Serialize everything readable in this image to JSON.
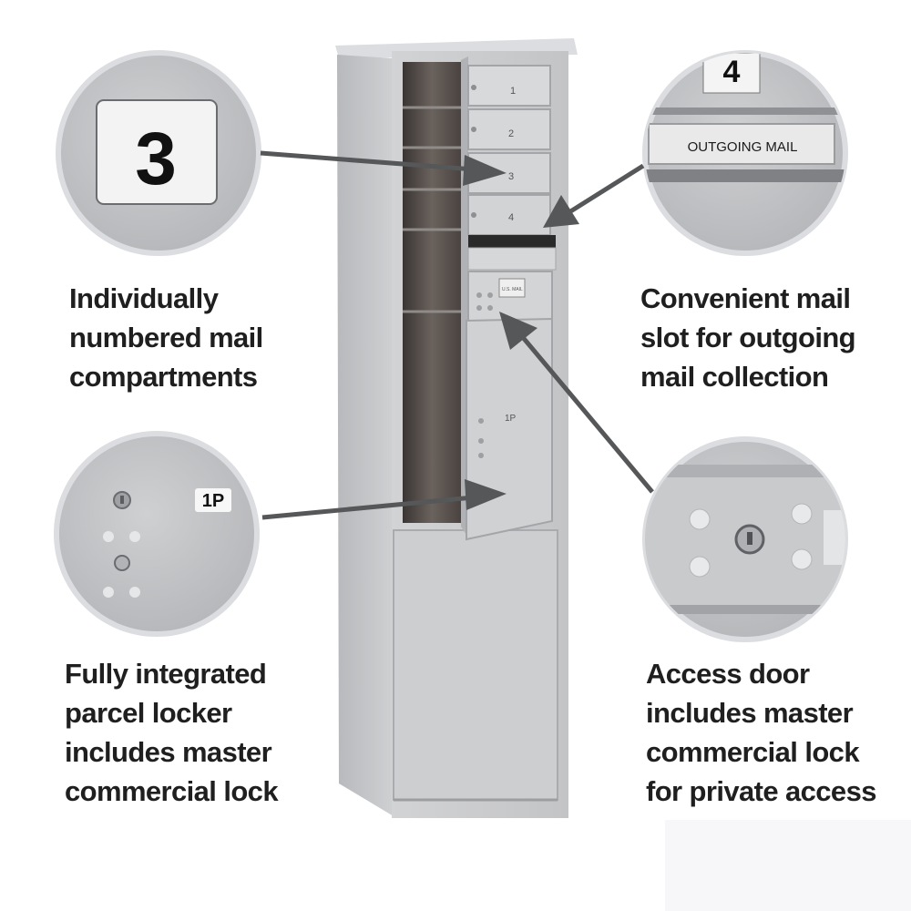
{
  "captions": {
    "numbered_compartments": [
      "Individually",
      "numbered mail",
      "compartments"
    ],
    "mail_slot": [
      "Convenient mail",
      "slot for outgoing",
      "mail collection"
    ],
    "parcel_locker": [
      "Fully integrated",
      "parcel locker",
      "includes master",
      "commercial lock"
    ],
    "access_door": [
      "Access door",
      "includes master",
      "commercial lock",
      "for private access"
    ]
  },
  "callouts": {
    "compartment_number": "3",
    "slot_number": "4",
    "slot_label": "OUTGOING MAIL",
    "parcel_label": "1P"
  },
  "mailbox": {
    "door_numbers": [
      "1",
      "2",
      "3",
      "4"
    ],
    "parcel_label": "1P",
    "access_label": "U.S. MAIL"
  },
  "colors": {
    "cabinet": "#c9cacc",
    "cabinet_shadow": "#a9abae",
    "callout_fill": "#c2c3c5",
    "callout_ring": "#d9dadc",
    "arrow": "#555759",
    "text": "#1f1f1f"
  }
}
